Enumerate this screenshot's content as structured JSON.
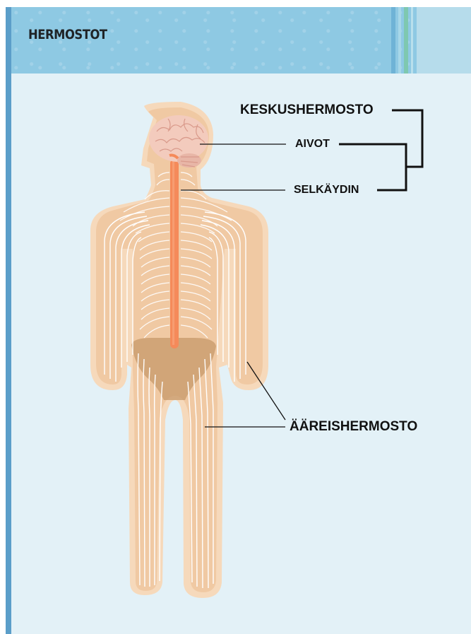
{
  "header": {
    "title": "HERMOSTOT"
  },
  "labels": {
    "cns": "KESKUSHERMOSTO",
    "brain": "AIVOT",
    "spinal_cord": "SELKÄYDIN",
    "pns": "ÄÄREISHERMOSTO"
  },
  "colors": {
    "background": "#e3f1f7",
    "header": "#8ec9e3",
    "sidebar": "#5b9ec9",
    "skin": "#f0c9a3",
    "skin_outline": "#f6d9bb",
    "nerve_lines": "#ffffff",
    "spinal_cord": "#f58a5a",
    "brain": "#f3cbbd",
    "pelvis": "#c79869"
  }
}
